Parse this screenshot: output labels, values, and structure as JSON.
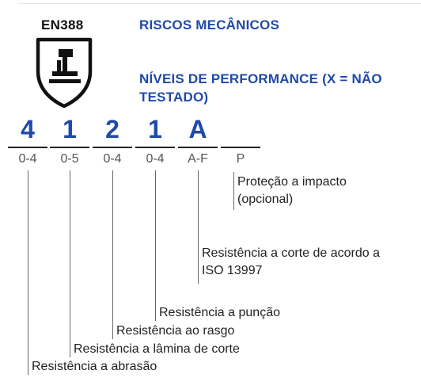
{
  "badge": {
    "label": "EN388",
    "icon": "hammer-shield-icon"
  },
  "headings": {
    "title": "RISCOS MECÂNICOS",
    "subtitle": "NÍVEIS DE PERFORMANCE (X = NÃO TESTADO)"
  },
  "codes": [
    {
      "value": "4",
      "range": "0-4"
    },
    {
      "value": "1",
      "range": "0-5"
    },
    {
      "value": "2",
      "range": "0-4"
    },
    {
      "value": "1",
      "range": "0-4"
    },
    {
      "value": "A",
      "range": "A-F"
    },
    {
      "value": "",
      "range": "P"
    }
  ],
  "descriptions": {
    "impact_line1": "Proteção a impacto",
    "impact_line2": "(opcional)",
    "cut_iso_line1": "Resistência a corte de acordo a",
    "cut_iso_line2": "ISO 13997",
    "puncture": "Resistência a punção",
    "tear": "Resistência ao rasgo",
    "blade_cut": "Resistência a lâmina de corte",
    "abrasion": "Resistência a abrasão"
  },
  "colors": {
    "accent": "#1f4aa8",
    "text": "#222222"
  }
}
